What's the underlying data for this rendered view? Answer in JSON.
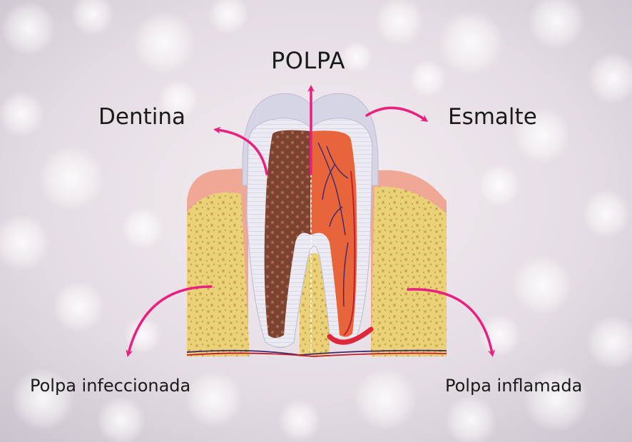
{
  "labels": {
    "pulp": "POLPA",
    "dentin": "Dentina",
    "enamel": "Esmalte",
    "infected_pulp": "Polpa infeccionada",
    "inflamed_pulp": "Polpa inflamada"
  },
  "colors": {
    "arrow": "#e8207f",
    "enamel": "#d9d9ea",
    "dentin": "#ece9f3",
    "pulp_healthy": "#7a4030",
    "pulp_inflamed": "#e8643a",
    "bone": "#e8cf72",
    "gum": "#f0a896",
    "text": "#1a1a1a"
  }
}
